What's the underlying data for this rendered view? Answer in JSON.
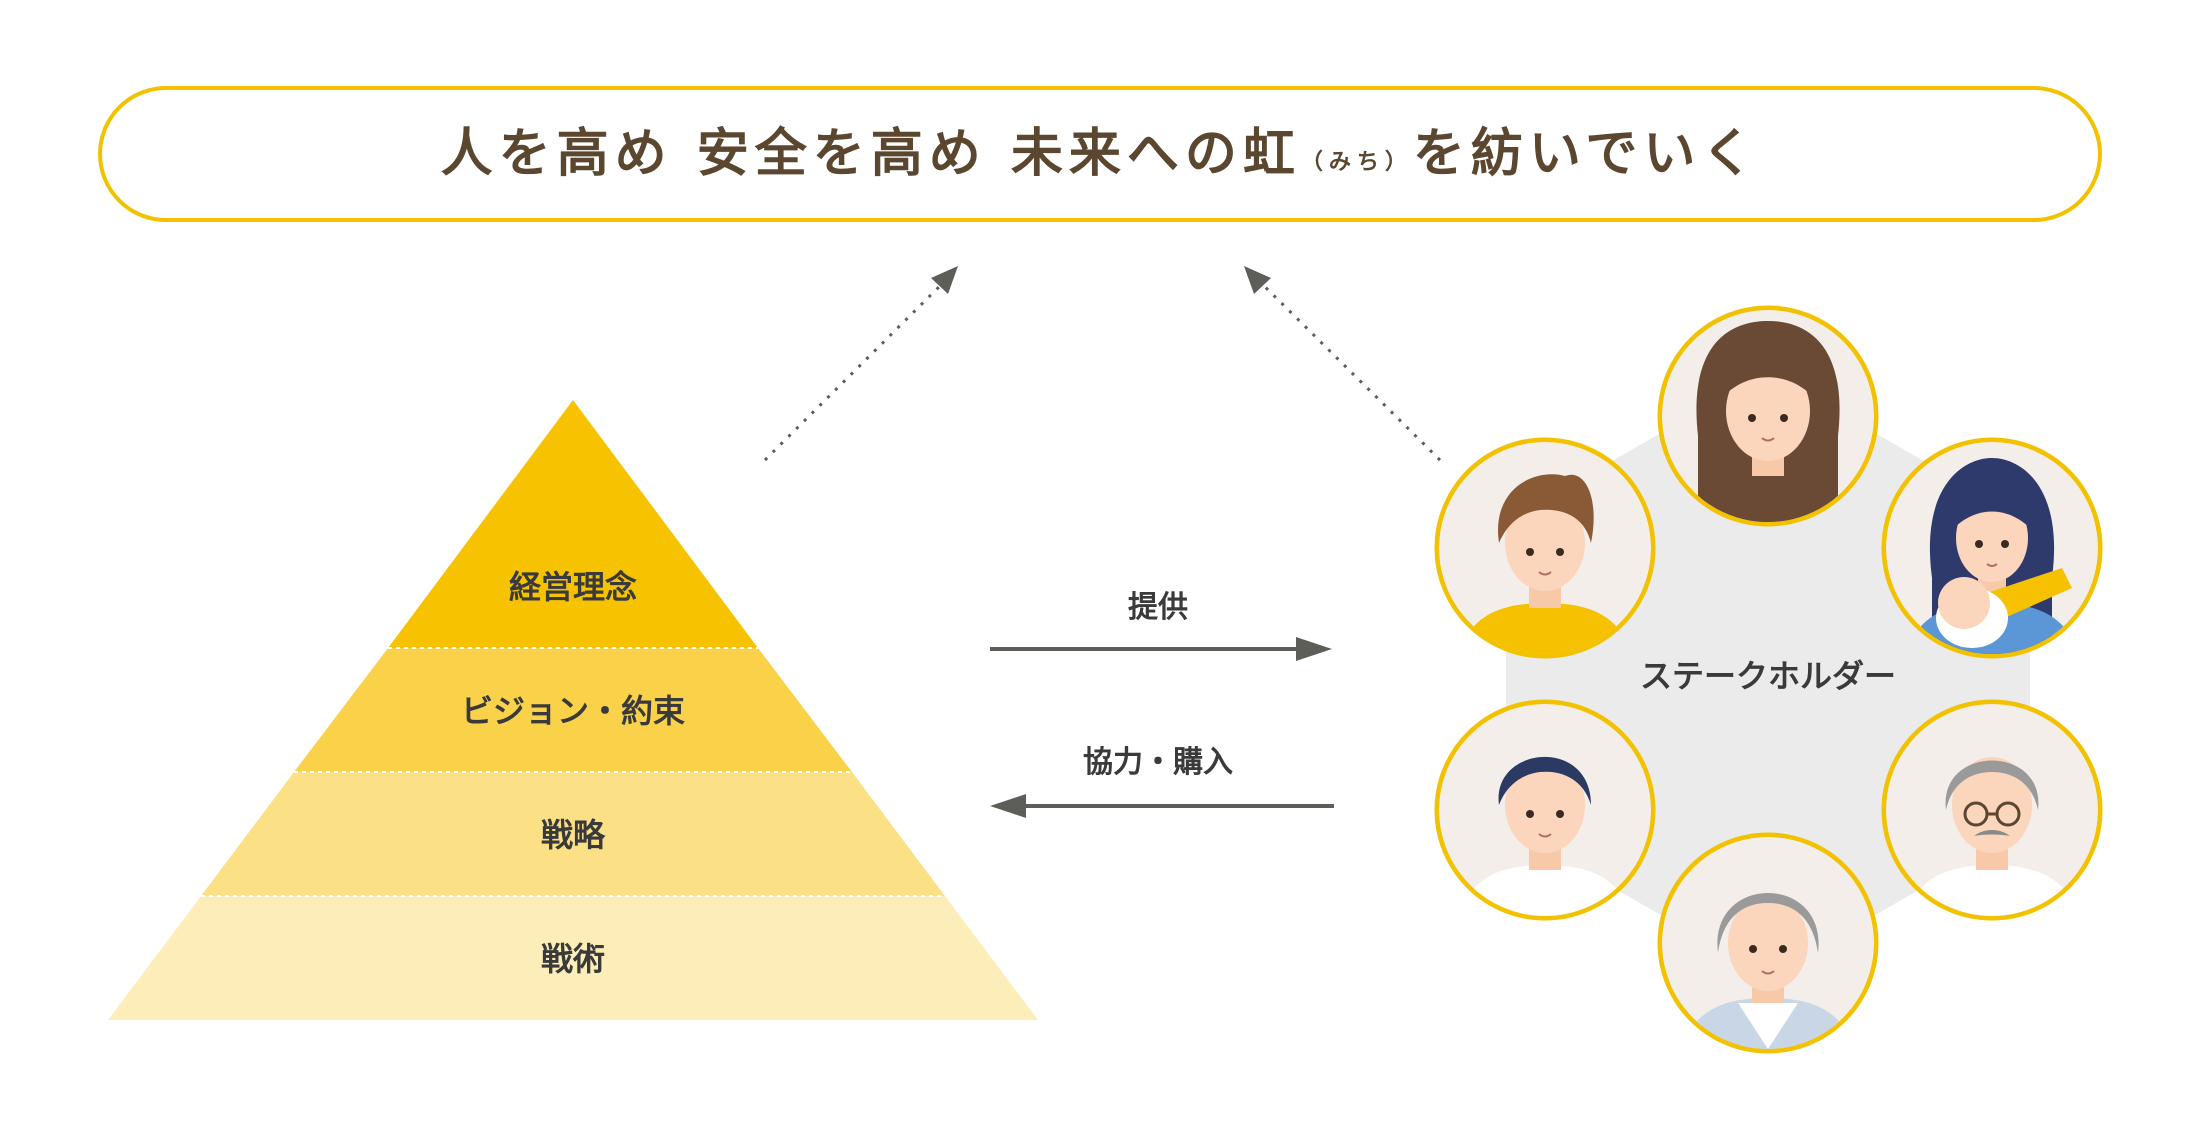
{
  "banner": {
    "part1": "人を高め 安全を高め 未来への虹",
    "ruby": "（みち）",
    "part2": "を紡いでいく"
  },
  "pyramid": {
    "levels": [
      "経営理念",
      "ビジョン・約束",
      "戦略",
      "戦術"
    ]
  },
  "flows": {
    "provide": "提供",
    "cooperate": "協力・購入"
  },
  "stakeholders": {
    "label": "ステークホルダー"
  },
  "colors": {
    "accent": "#F2C100",
    "text": "#5B4630",
    "dark_text": "#3A3A3A",
    "arrow": "#5E5E58",
    "hub": "#EBEBEB",
    "pyramid": [
      "#F7C300",
      "#FAD24A",
      "#FCE086",
      "#FDEDB8"
    ]
  }
}
